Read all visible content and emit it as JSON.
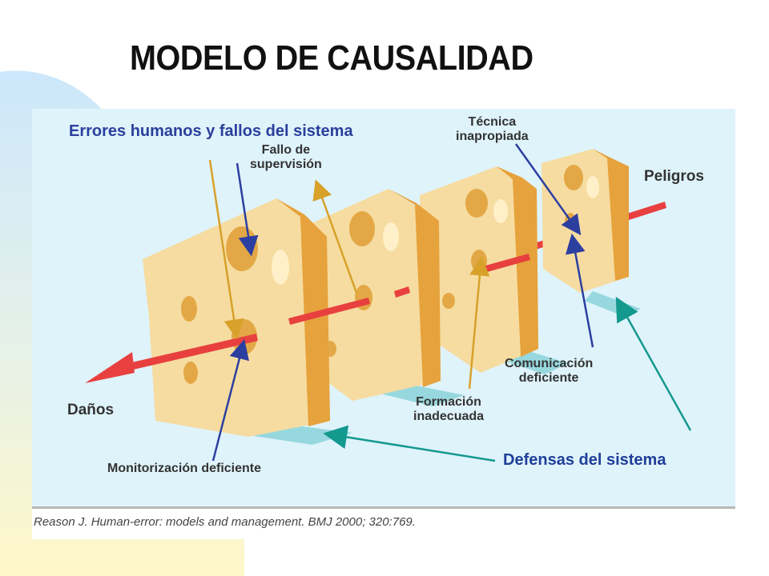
{
  "slide": {
    "title": "MODELO DE CAUSALIDAD"
  },
  "colors": {
    "background_blob_top": "#cce7fb",
    "background_blob_bottom": "#fff7c8",
    "panel": "#dff3fb",
    "cheese_face": "#f6dca0",
    "cheese_side": "#e6a23c",
    "arrow": "#e8403f",
    "pointer_blue": "#2c3fa0",
    "pointer_gold": "#d7a12a",
    "pointer_teal": "#14998f"
  },
  "diagram": {
    "labels": {
      "errores": "Errores humanos y fallos del sistema",
      "fallo_supervision": "Fallo de\nsupervisión",
      "tecnica_inapropiada": "Técnica\ninapropiada",
      "peligros": "Peligros",
      "danos": "Daños",
      "comunicacion": "Comunicación\ndeficiente",
      "formacion": "Formación\ninadecuada",
      "monitorizacion": "Monitorización deficiente",
      "defensas": "Defensas del sistema"
    },
    "citation": "Reason J. Human-error: models and management. BMJ 2000; 320:769."
  }
}
